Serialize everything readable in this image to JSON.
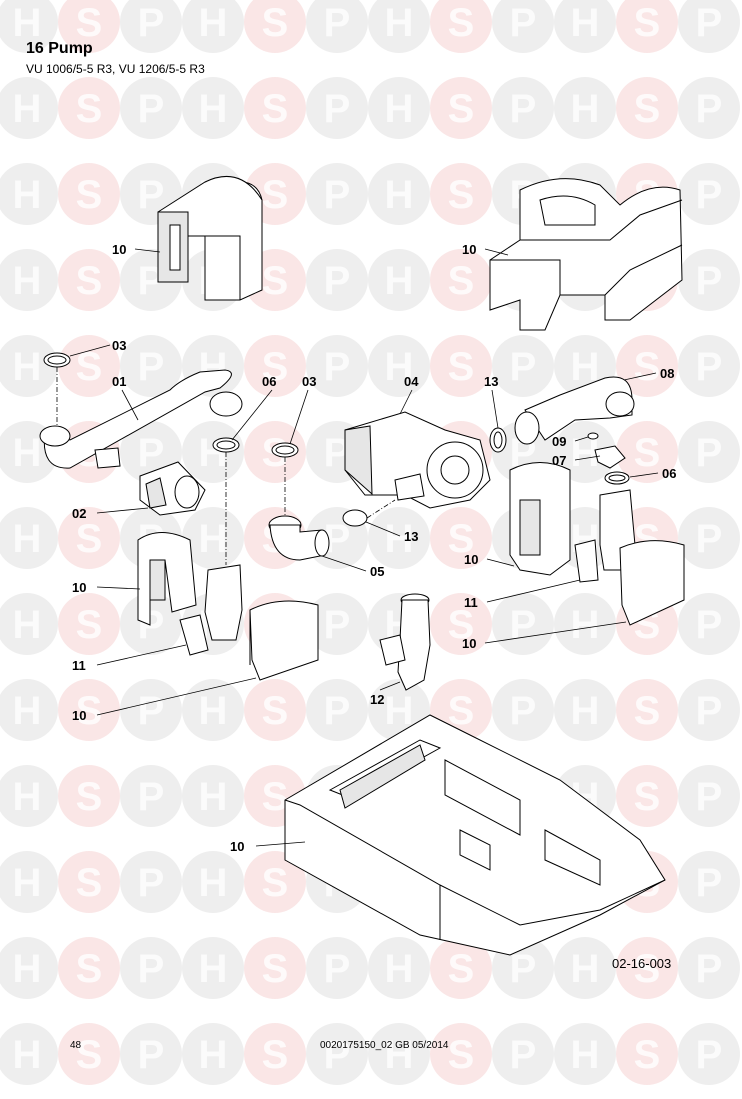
{
  "header": {
    "title": "16 Pump",
    "subtitle": "VU 1006/5-5 R3, VU 1206/5-5 R3"
  },
  "watermark": {
    "letters": [
      "H",
      "S",
      "P"
    ],
    "color": "#d9d9d9",
    "accent_color": "#f3c7c7"
  },
  "callouts": [
    "10",
    "10",
    "03",
    "01",
    "02",
    "06",
    "03",
    "04",
    "13",
    "08",
    "09",
    "07",
    "06",
    "13",
    "05",
    "10",
    "10",
    "11",
    "11",
    "10",
    "12",
    "10",
    "10"
  ],
  "figure_ref": "02-16-003",
  "footer": {
    "page": "48",
    "doc": "0020175150_02 GB 05/2014"
  }
}
